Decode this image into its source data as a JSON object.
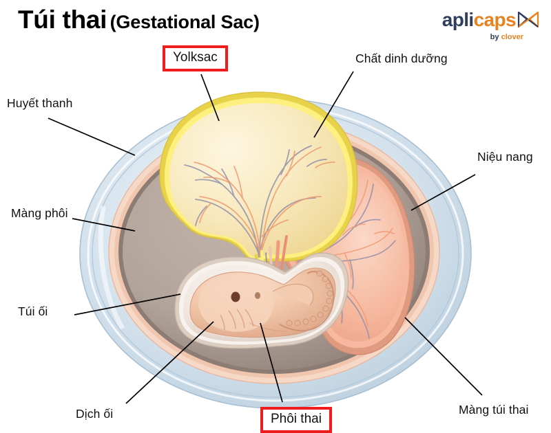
{
  "header": {
    "title_vn": "Túi thai",
    "title_en": "(Gestational Sac)"
  },
  "logo": {
    "word_part1": "apli",
    "word_part2": "caps",
    "tagline_by": "by",
    "tagline_brand": "clover",
    "mark": "butterfly-x-icon",
    "color_navy": "#2e3e5c",
    "color_orange": "#e8821e"
  },
  "diagram": {
    "type": "anatomical-illustration",
    "subject": "gestational-sac-cross-section",
    "highlight_color": "#ee1c1c",
    "labels": [
      {
        "id": "huyet-thanh",
        "text": "Huyết thanh",
        "boxed": false,
        "position": "top-left",
        "points_to": "serum-outer-layer"
      },
      {
        "id": "yolksac",
        "text": "Yolksac",
        "boxed": true,
        "position": "top-center",
        "points_to": "yolk-sac-membrane"
      },
      {
        "id": "chat-dinh-duong",
        "text": "Chất dinh dưỡng",
        "boxed": false,
        "position": "top-right",
        "points_to": "yolk-sac-nutrients"
      },
      {
        "id": "mang-phoi",
        "text": "Màng phôi",
        "boxed": false,
        "position": "mid-left",
        "points_to": "chorionic-membrane"
      },
      {
        "id": "nieu-nang",
        "text": "Niệu nang",
        "boxed": false,
        "position": "mid-right",
        "points_to": "allantois"
      },
      {
        "id": "tui-oi",
        "text": "Túi ối",
        "boxed": false,
        "position": "lower-left",
        "points_to": "amniotic-sac"
      },
      {
        "id": "dich-oi",
        "text": "Dịch ối",
        "boxed": false,
        "position": "bottom-left",
        "points_to": "amniotic-fluid"
      },
      {
        "id": "phoi-thai",
        "text": "Phôi thai",
        "boxed": true,
        "position": "bottom-center",
        "points_to": "embryo"
      },
      {
        "id": "mang-tui-thai",
        "text": "Màng túi thai",
        "boxed": false,
        "position": "bottom-right",
        "points_to": "gestational-sac-membrane"
      }
    ],
    "structures": [
      {
        "id": "serum-outer-layer",
        "name": "Serum / outer sac",
        "color": "#ccdbe8"
      },
      {
        "id": "chorionic-membrane",
        "name": "Chorionic membrane",
        "color": "#f2cdbb"
      },
      {
        "id": "chorionic-cavity",
        "name": "Chorionic cavity",
        "color": "#b2a49c"
      },
      {
        "id": "yolk-sac-membrane",
        "name": "Yolk sac membrane",
        "color": "#f2dd52"
      },
      {
        "id": "yolk-sac-nutrients",
        "name": "Yolk sac contents",
        "color": "#f6e6b8"
      },
      {
        "id": "allantois",
        "name": "Allantois",
        "color": "#f4b39b"
      },
      {
        "id": "amniotic-sac",
        "name": "Amniotic sac",
        "color": "#efe7e1"
      },
      {
        "id": "embryo",
        "name": "Embryo",
        "color": "#efc1a6"
      },
      {
        "id": "vessel-artery",
        "name": "Vessels (arterial)",
        "color": "#ef9a72"
      },
      {
        "id": "vessel-vein",
        "name": "Vessels (venous)",
        "color": "#8b8aa8"
      }
    ]
  }
}
